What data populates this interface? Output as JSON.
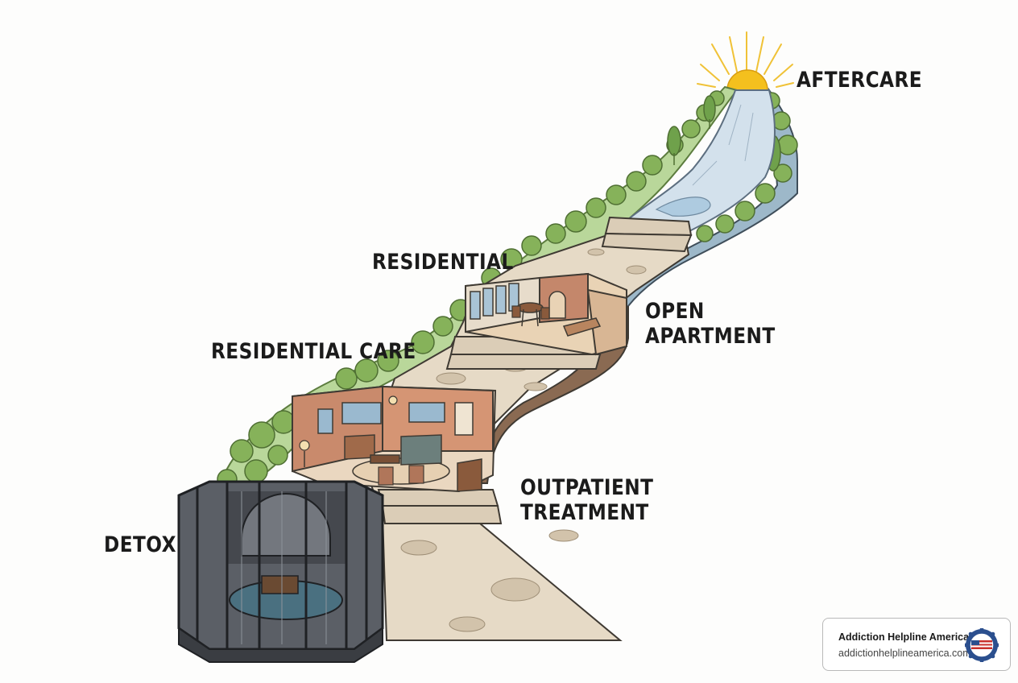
{
  "stages": {
    "aftercare": "AFTERCARE",
    "residential": "RESIDENTIAL",
    "open_apartment": "OPEN APARTMENT",
    "residential_care": "RESIDENTIAL CARE",
    "outpatient_treatment": "OUTPATIENT TREATMENT",
    "detox": "DETOX"
  },
  "label_lines": {
    "open_apartment": [
      "OPEN",
      "APARTMENT"
    ],
    "outpatient_treatment": [
      "OUTPATIENT",
      "TREATMENT"
    ]
  },
  "brand": {
    "name": "Addiction Helpline America",
    "url": "addictionhelplineamerica.com",
    "seal_icon": "helpline-seal-icon"
  },
  "colors": {
    "sun": "#f4c01e",
    "path": "#e8dccb",
    "river": "#c8d8e6",
    "trees": "#7ca852",
    "room_wall": "#c98a6c",
    "detox_cage": "#3a3d42",
    "text": "#1b1b1b"
  }
}
